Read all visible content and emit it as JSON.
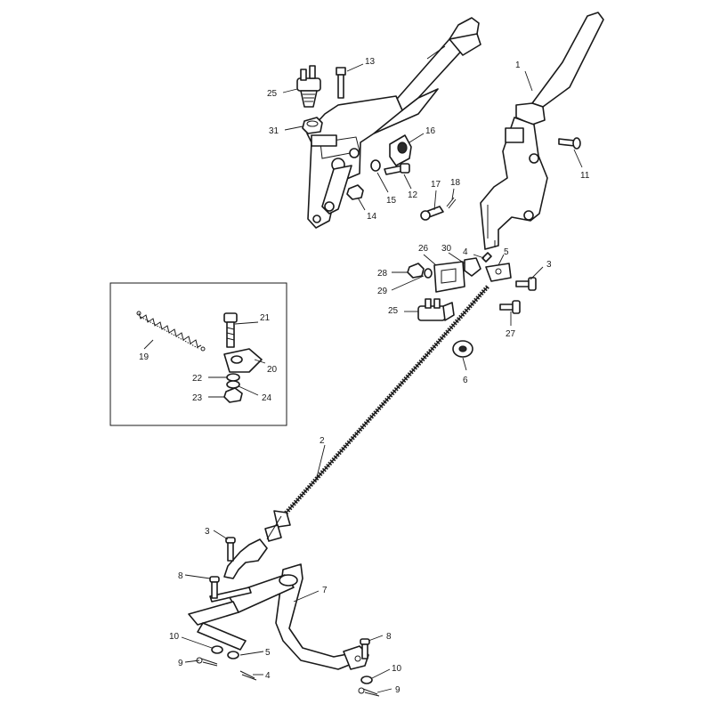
{
  "callouts": [
    {
      "id": "c1",
      "text": "1"
    },
    {
      "id": "c2",
      "text": "2"
    },
    {
      "id": "c3a",
      "text": "3"
    },
    {
      "id": "c3b",
      "text": "3"
    },
    {
      "id": "c4a",
      "text": "4"
    },
    {
      "id": "c4b",
      "text": "4"
    },
    {
      "id": "c5a",
      "text": "5"
    },
    {
      "id": "c5b",
      "text": "5"
    },
    {
      "id": "c6",
      "text": "6"
    },
    {
      "id": "c7",
      "text": "7"
    },
    {
      "id": "c8a",
      "text": "8"
    },
    {
      "id": "c8b",
      "text": "8"
    },
    {
      "id": "c9a",
      "text": "9"
    },
    {
      "id": "c9b",
      "text": "9"
    },
    {
      "id": "c10a",
      "text": "10"
    },
    {
      "id": "c10b",
      "text": "10"
    },
    {
      "id": "c11",
      "text": "11"
    },
    {
      "id": "c12",
      "text": "12"
    },
    {
      "id": "c13",
      "text": "13"
    },
    {
      "id": "c14",
      "text": "14"
    },
    {
      "id": "c15",
      "text": "15"
    },
    {
      "id": "c16",
      "text": "16"
    },
    {
      "id": "c17",
      "text": "17"
    },
    {
      "id": "c18",
      "text": "18"
    },
    {
      "id": "c19",
      "text": "19"
    },
    {
      "id": "c20",
      "text": "20"
    },
    {
      "id": "c21",
      "text": "21"
    },
    {
      "id": "c22",
      "text": "22"
    },
    {
      "id": "c23",
      "text": "23"
    },
    {
      "id": "c24",
      "text": "24"
    },
    {
      "id": "c25a",
      "text": "25"
    },
    {
      "id": "c25b",
      "text": "25"
    },
    {
      "id": "c26",
      "text": "26"
    },
    {
      "id": "c27",
      "text": "27"
    },
    {
      "id": "c28",
      "text": "28"
    },
    {
      "id": "c29",
      "text": "29"
    },
    {
      "id": "c30",
      "text": "30"
    },
    {
      "id": "c31",
      "text": "31"
    }
  ]
}
